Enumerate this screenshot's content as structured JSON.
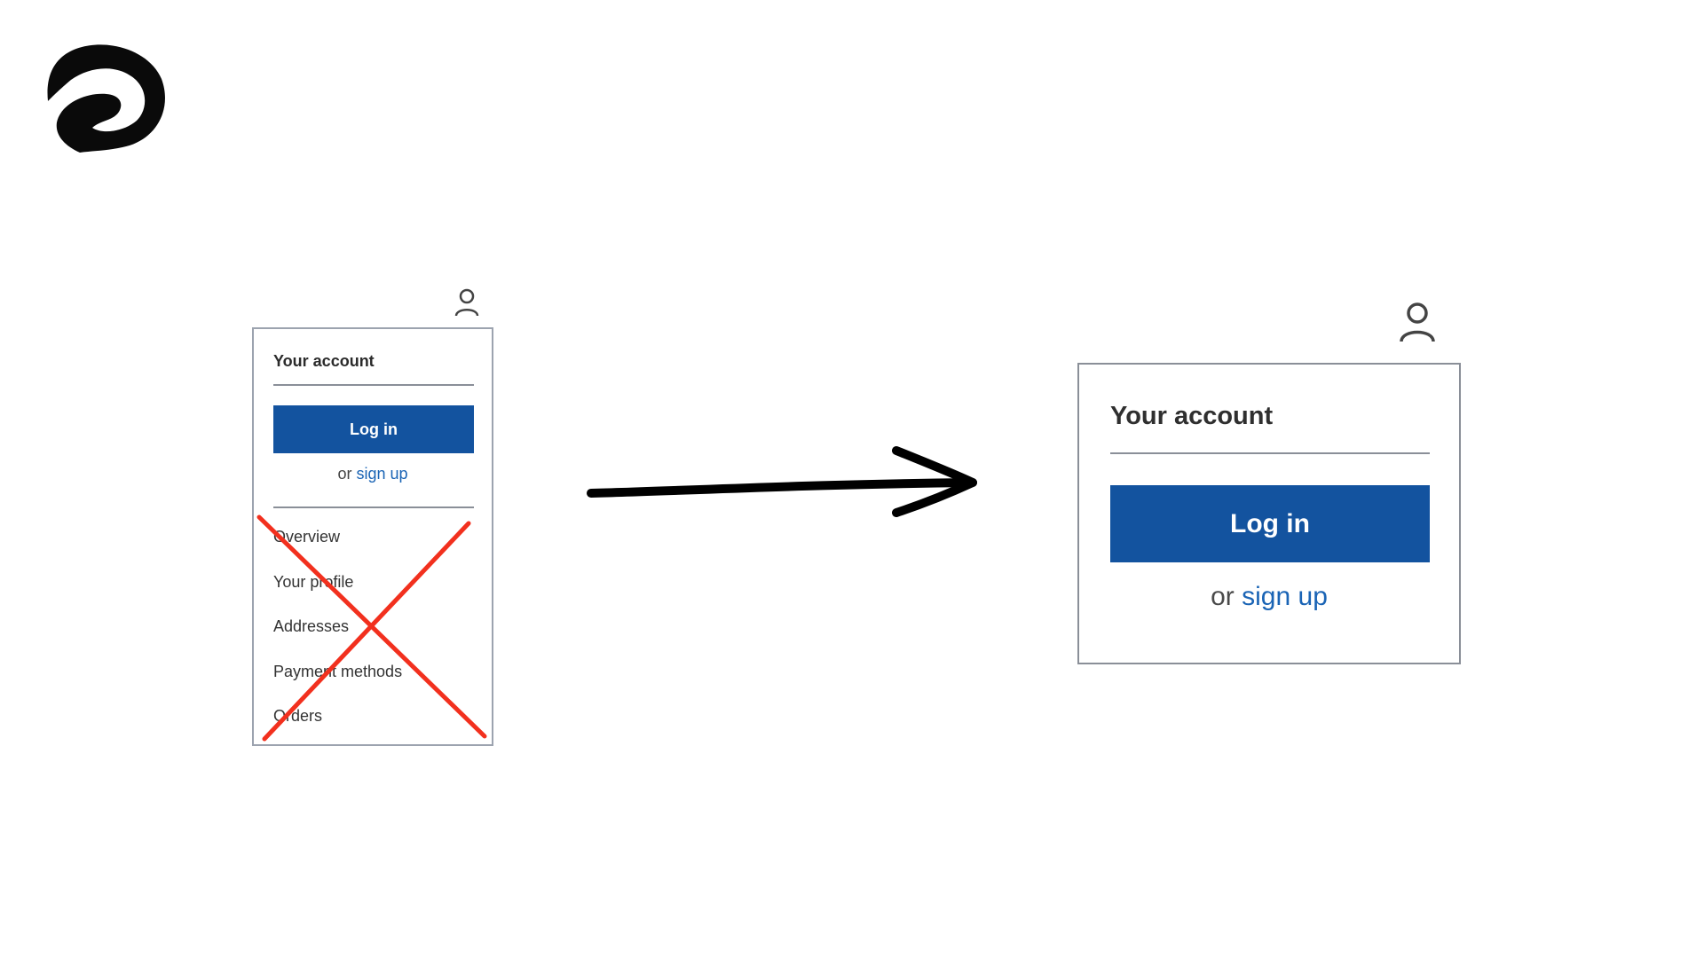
{
  "before_panel": {
    "title": "Your account",
    "login_label": "Log in",
    "or_text": "or",
    "signup_label": "sign up",
    "menu_items": [
      "Overview",
      "Your profile",
      "Addresses",
      "Payment methods",
      "Orders"
    ],
    "user_icon": "user-icon",
    "cross_color": "#f2301e"
  },
  "after_panel": {
    "title": "Your account",
    "login_label": "Log in",
    "or_text": "or",
    "signup_label": "sign up",
    "user_icon": "user-icon"
  },
  "colors": {
    "button_bg": "#13539f",
    "link": "#1a64b5",
    "border": "#8a8f98"
  },
  "icons": {
    "logo": "brand-logo",
    "arrow": "arrow-right-icon"
  }
}
